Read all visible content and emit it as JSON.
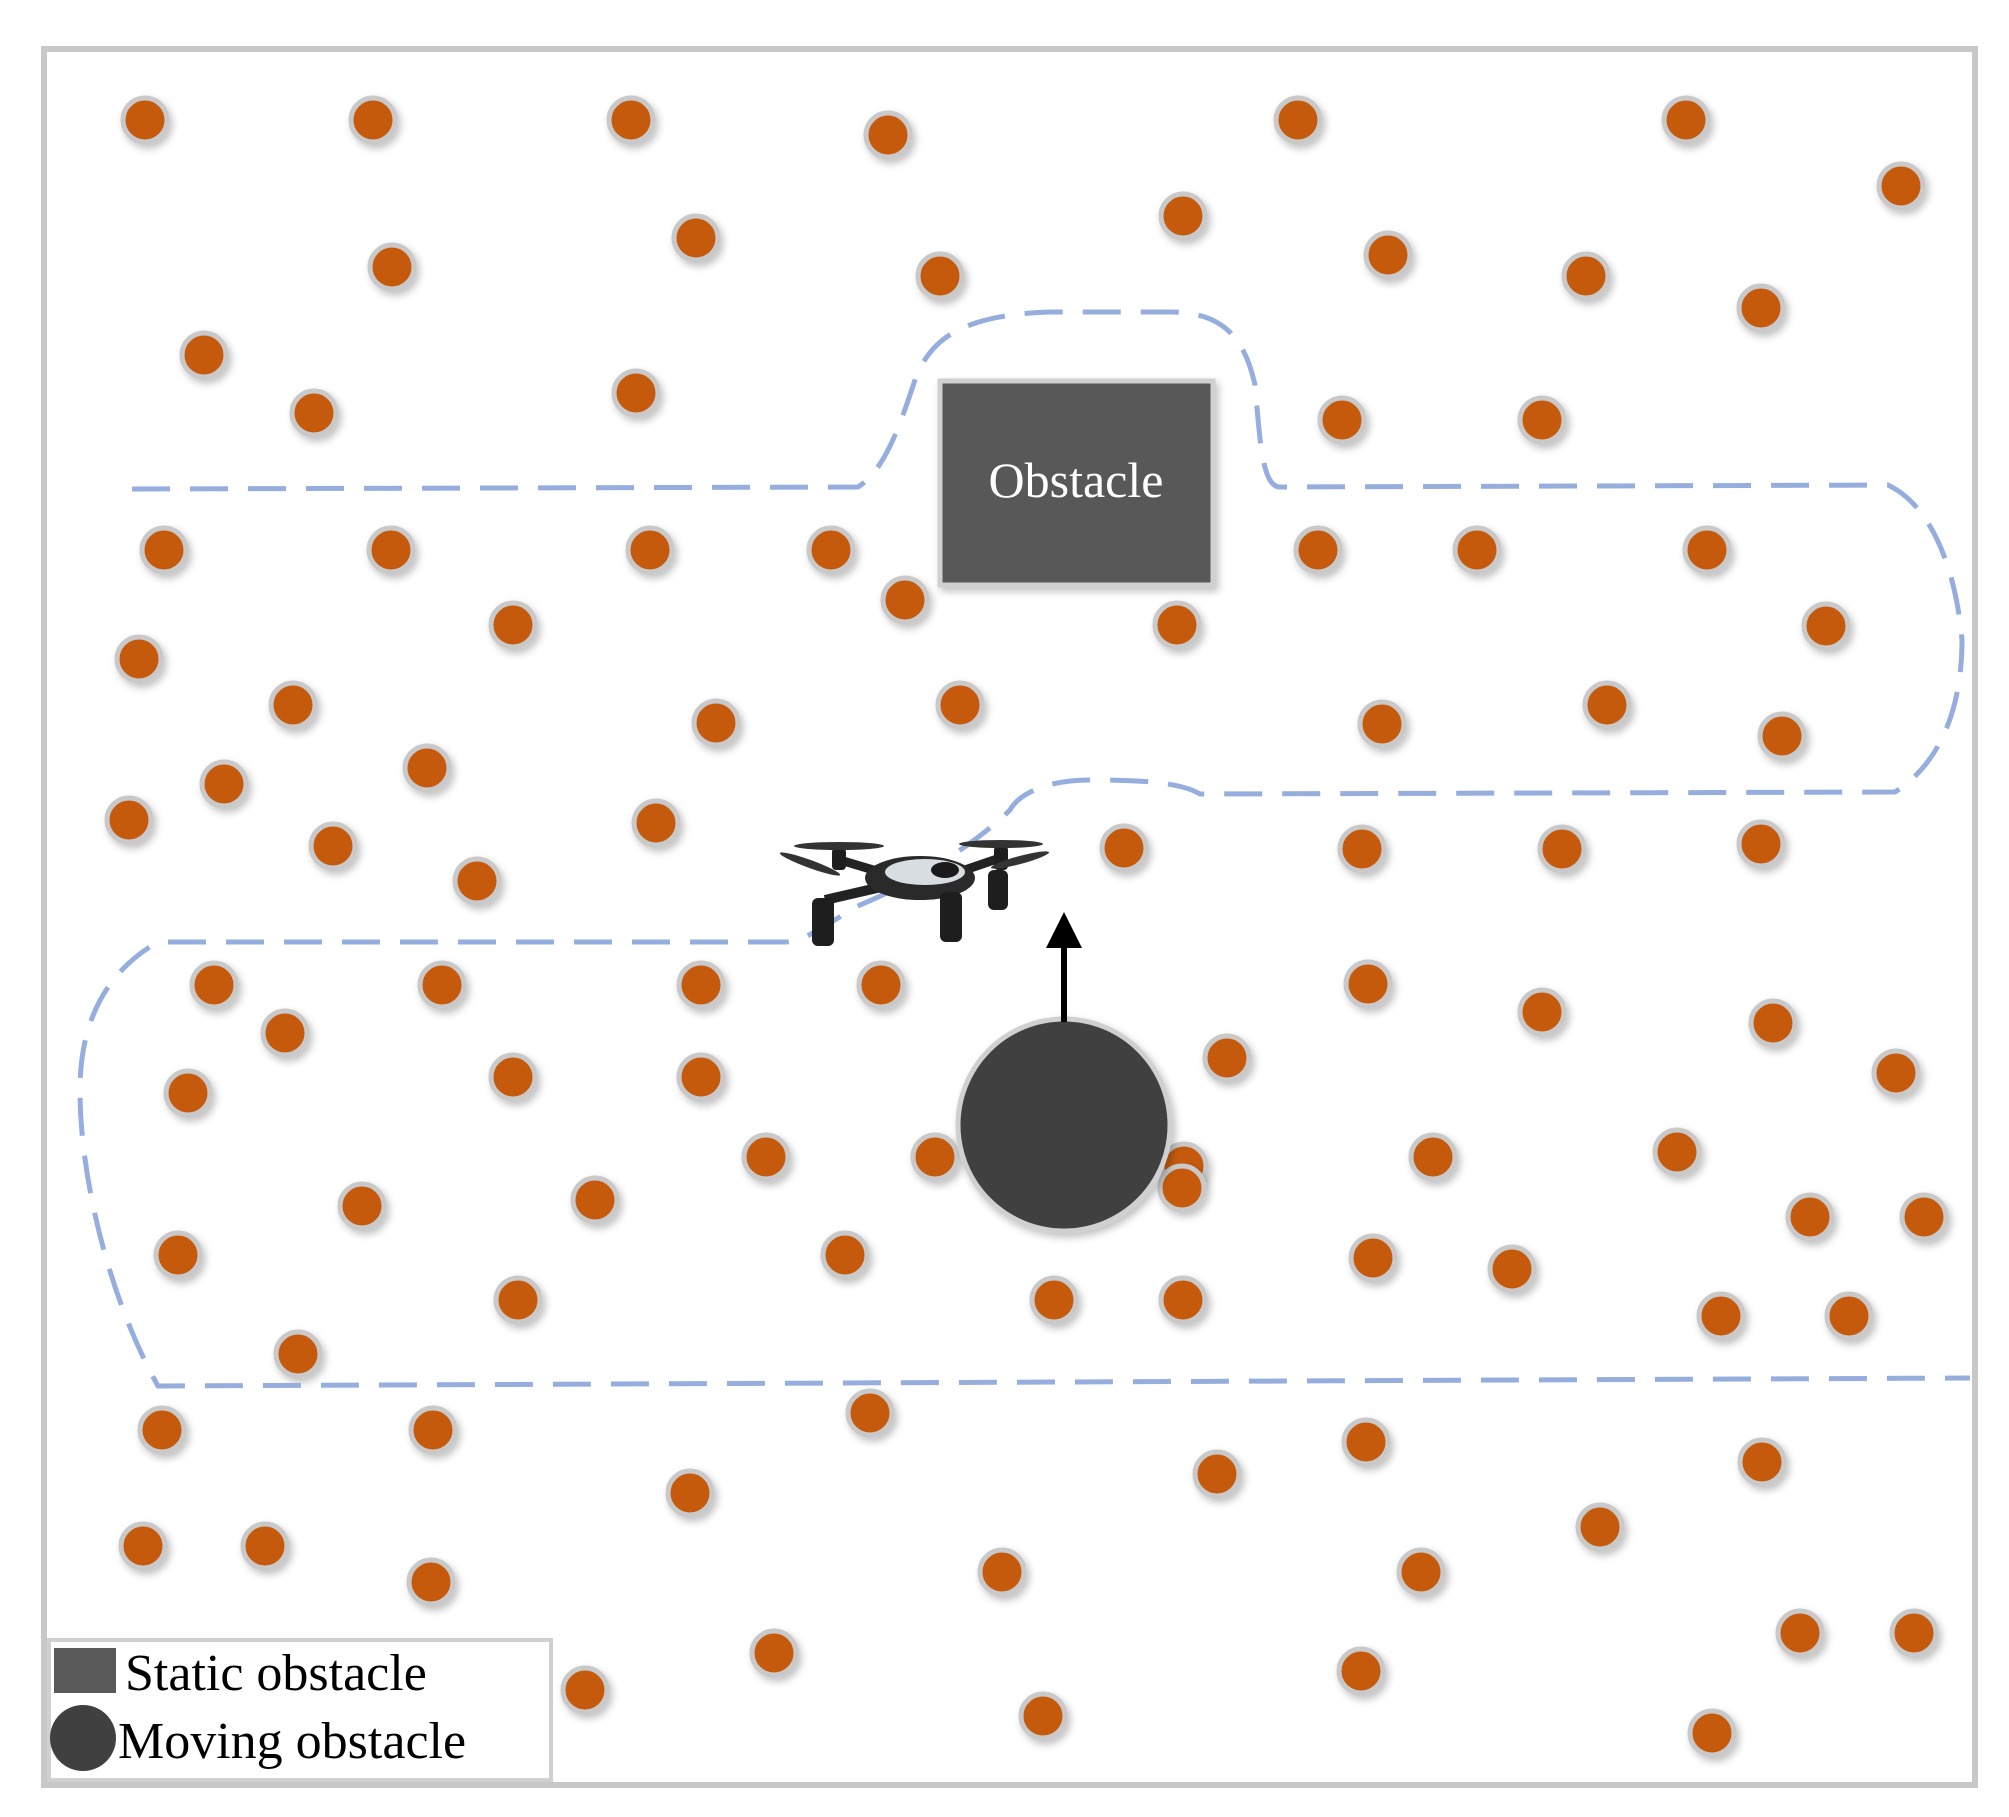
{
  "colors": {
    "frame": "#c8c8c8",
    "node_fill": "#c55a11",
    "node_ring": "#c9c9c9",
    "dashed_path": "#8faadc",
    "static_obstacle": "#595959",
    "moving_obstacle": "#404040",
    "arrow": "#000000"
  },
  "static_obstacle": {
    "label": "Obstacle"
  },
  "moving_obstacle": {
    "motion": "upward"
  },
  "uav": {
    "icon": "quadcopter-drone-icon"
  },
  "legend": {
    "items": [
      {
        "shape": "square",
        "label": "Static obstacle"
      },
      {
        "shape": "circle",
        "label": "Moving obstacle"
      }
    ]
  }
}
